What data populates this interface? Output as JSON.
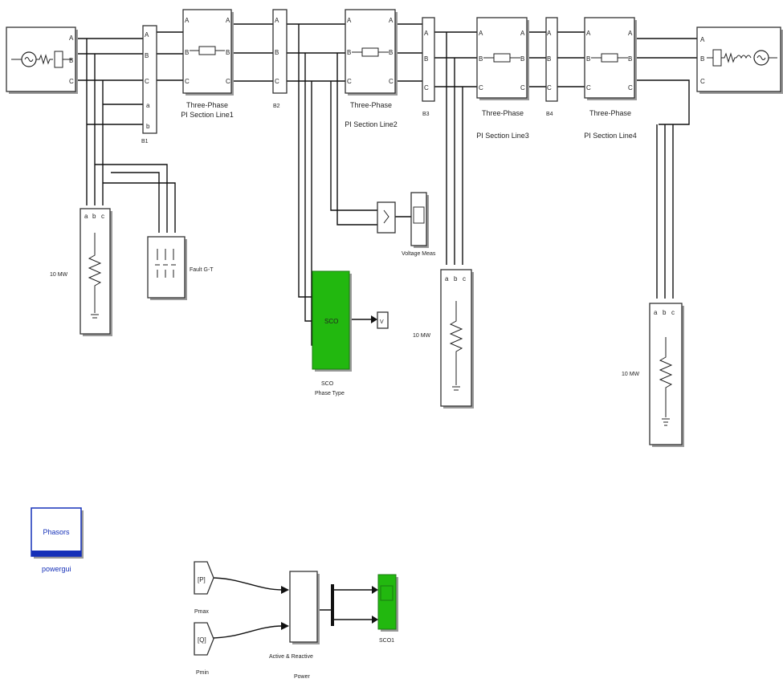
{
  "blocks": {
    "pi_section_1": {
      "line1": "Three-Phase",
      "line2": "PI Section Line1"
    },
    "pi_section_2": {
      "line1": "Three-Phase",
      "line2": "PI Section Line2"
    },
    "pi_section_3": {
      "line1": "Three-Phase",
      "line2": "PI Section Line3"
    },
    "pi_section_4": {
      "line1": "Three-Phase",
      "line2": "PI Section Line4"
    },
    "bus_b1": "B1",
    "bus_b2": "B2",
    "bus_b3": "B3",
    "bus_b4": "B4",
    "load_1": "10 MW",
    "load_2": "10 MW",
    "load_3": "10 MW",
    "fault": "Fault G-T",
    "voltage_meas": "Voltage Meas",
    "scope_main": "SCO",
    "scope_main_sub": "Phase Type",
    "display_main": "V",
    "powergui_button": "Phasors",
    "powergui_label": "powergui",
    "from_p": "[P]",
    "from_p_label": "Pmax",
    "from_q": "[Q]",
    "from_q_label": "Pmin",
    "active_reactive_1": "Active & Reactive",
    "active_reactive_2": "Power",
    "scope_2": "SCO1"
  },
  "colors": {
    "scope_fill": "#22b80f",
    "powergui_text": "#1530b8"
  }
}
